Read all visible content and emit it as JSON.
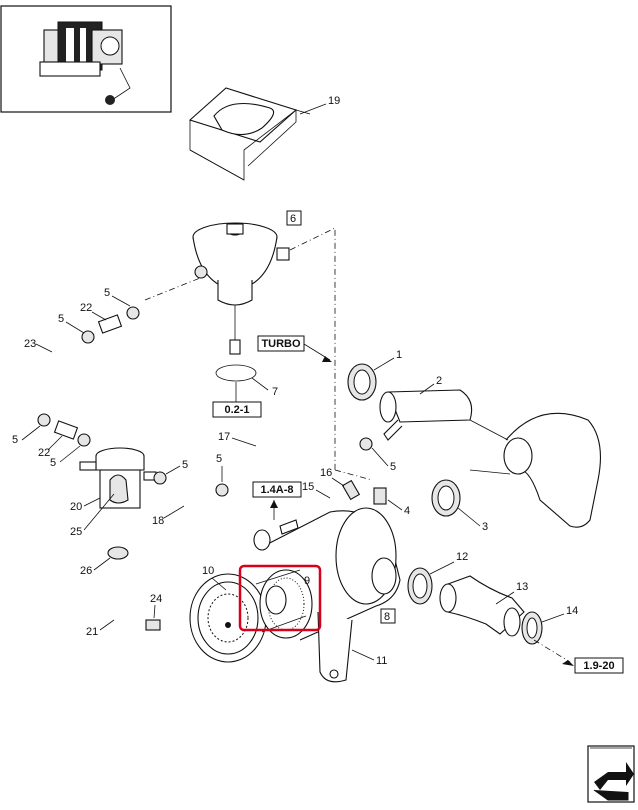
{
  "callouts": {
    "c1": "1",
    "c2": "2",
    "c3": "3",
    "c4": "4",
    "c5a": "5",
    "c5b": "5",
    "c5c": "5",
    "c5d": "5",
    "c5e": "5",
    "c5f": "5",
    "c5g": "5",
    "c6": "6",
    "c7": "7",
    "c8": "8",
    "c9": "9",
    "c10": "10",
    "c11": "11",
    "c12": "12",
    "c13": "13",
    "c14": "14",
    "c15": "15",
    "c16": "16",
    "c17": "17",
    "c18": "18",
    "c19": "19",
    "c20": "20",
    "c21": "21",
    "c22a": "22",
    "c22b": "22",
    "c23": "23",
    "c24": "24",
    "c25": "25",
    "c26": "26"
  },
  "references": {
    "turbo": "TURBO",
    "ref_02_1": "0.2-1",
    "ref_14a_8": "1.4A-8",
    "ref_19_20": "1.9-20"
  },
  "highlight": {
    "color": "#d9001b",
    "part": "9"
  },
  "icons": [
    "engine-thumbnail",
    "next-page-icon"
  ]
}
